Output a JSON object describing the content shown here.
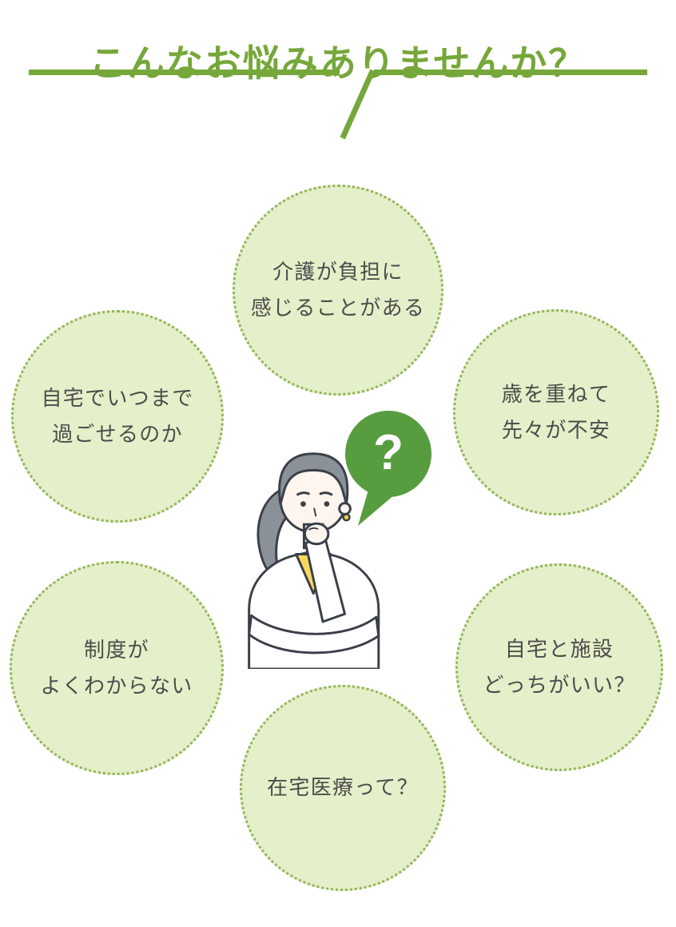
{
  "page": {
    "title": "こんなお悩みありませんか？",
    "background": "#ffffff"
  },
  "colors": {
    "accent_green": "#76a73a",
    "worry_fill": "#e4f0c9",
    "worry_dotted_border": "#94b35a",
    "worry_text": "#4c4c4c",
    "speech_bubble_green": "#579c3e",
    "speech_text_white": "#ffffff",
    "illustration_outline": "#3a3f49",
    "illustration_hair_gray": "#8b9198",
    "illustration_skin": "#fdf5ee",
    "illustration_yellow": "#f8d95c"
  },
  "worries": [
    {
      "id": "care-burden",
      "lines": [
        "介護が負担に",
        "感じることがある"
      ]
    },
    {
      "id": "stay-home",
      "lines": [
        "自宅でいつまで",
        "過ごせるのか"
      ]
    },
    {
      "id": "aging-anxiety",
      "lines": [
        "歳を重ねて",
        "先々が不安"
      ]
    },
    {
      "id": "system-unclear",
      "lines": [
        "制度が",
        "よくわからない"
      ]
    },
    {
      "id": "home-or-facility",
      "lines": [
        "自宅と施設",
        "どっちがいい？"
      ]
    },
    {
      "id": "home-medical",
      "lines": [
        "在宅医療って？"
      ]
    }
  ],
  "speech_bubble": {
    "text": "?"
  }
}
